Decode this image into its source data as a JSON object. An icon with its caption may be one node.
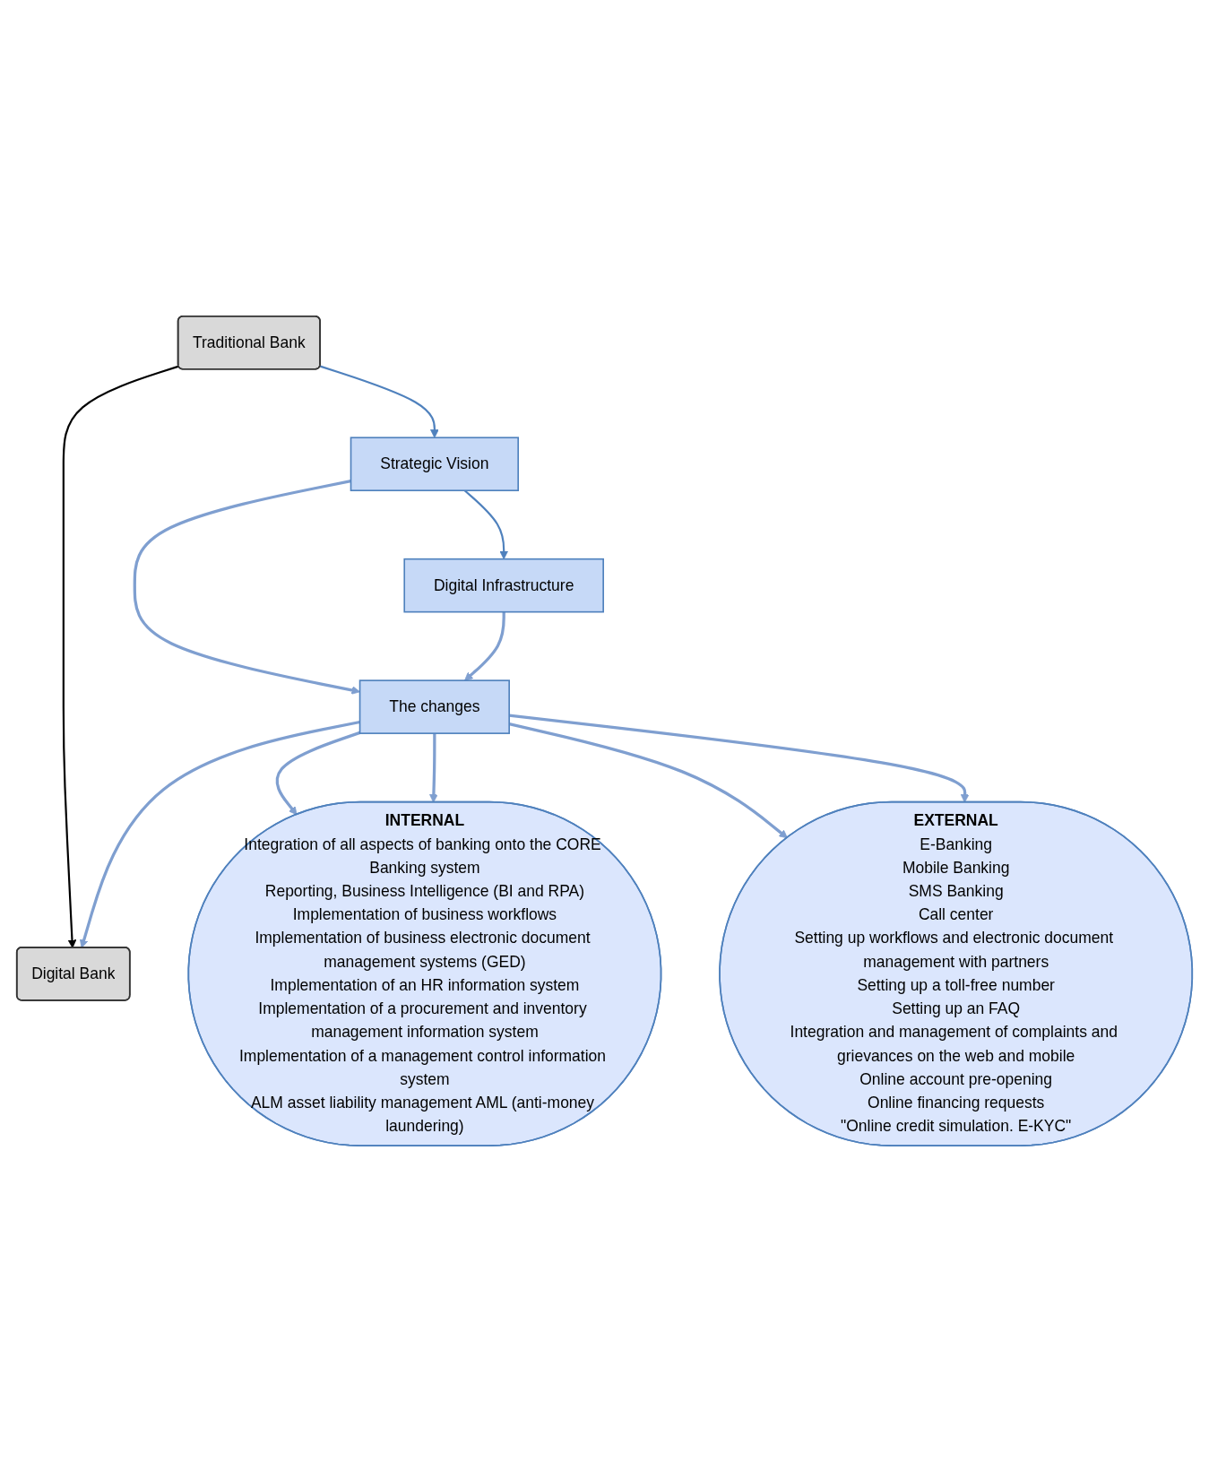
{
  "diagram": {
    "nodes": [
      {
        "text": [
          "Traditional Bank"
        ]
      },
      {
        "text": [
          "Strategic Vision"
        ]
      },
      {
        "text": [
          "Digital Infrastructure"
        ]
      },
      {
        "text": [
          "Digital Bank"
        ]
      },
      {
        "text": [
          "The changes"
        ]
      },
      {
        "text": [
          "INTERNAL",
          "Integration of all aspects of banking onto the CORE Banking system",
          "Reporting, Business Intelligence (BI and RPA)",
          "Implementation of business workflows",
          "Implementation of business electronic document management systems (GED)",
          "Implementation of an HR information system",
          "Implementation of a procurement and inventory management information system",
          "Implementation of a management control information system",
          "ALM asset liability management AML (anti-money laundering)"
        ]
      },
      {
        "text": [
          "EXTERNAL",
          "E-Banking",
          "Mobile Banking",
          "SMS Banking",
          "Call center",
          "Setting up workflows and electronic document management with partners",
          "Setting up a toll-free number",
          "Setting up an FAQ",
          "Integration and management of complaints and grievances on the web and mobile",
          "Online account pre-opening",
          "Online financing requests",
          "\"Online credit simulation. E-KYC\""
        ]
      }
    ],
    "edges": [
      {
        "from": 0,
        "to": 1,
        "arrow": "to",
        "color": "#4f81bd"
      },
      {
        "from": 1,
        "to": 2,
        "arrow": "to",
        "color": "#4f81bd"
      },
      {
        "from": 0,
        "to": 3,
        "arrow": "to",
        "color": "#000000"
      },
      {
        "from": 1,
        "to": 4,
        "arrow": "to"
      },
      {
        "from": 2,
        "to": 4,
        "arrow": "to"
      },
      {
        "from": 4,
        "to": 3,
        "arrow": "to"
      },
      {
        "from": 4,
        "to": 5,
        "arrow": "to"
      },
      {
        "from": 4,
        "to": 5,
        "arrow": "to"
      },
      {
        "from": 4,
        "to": 6,
        "arrow": "to"
      },
      {
        "from": 4,
        "to": 6,
        "arrow": "to"
      }
    ]
  }
}
